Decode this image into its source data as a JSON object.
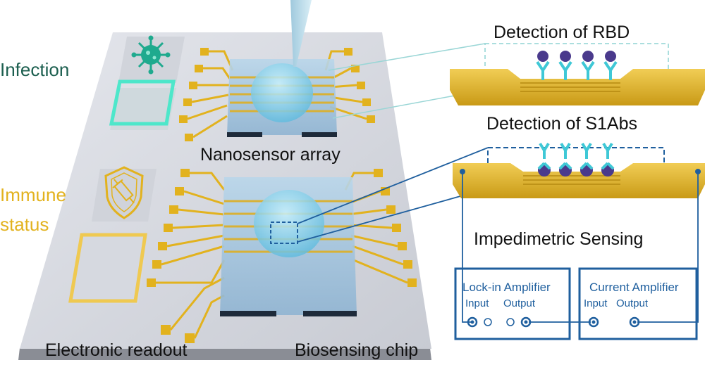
{
  "labels": {
    "infection": "Infection",
    "immune_line1": "Immune",
    "immune_line2": "status",
    "nanosensor_array": "Nanosensor array",
    "electronic_readout": "Electronic readout",
    "biosensing_chip": "Biosensing chip",
    "detection_rbd": "Detection of RBD",
    "detection_s1abs": "Detection of S1Abs",
    "impedimetric_sensing": "Impedimetric Sensing"
  },
  "lockin_amplifier": {
    "title": "Lock-in Amplifier",
    "input": "Input",
    "output": "Output"
  },
  "current_amplifier": {
    "title": "Current Amplifier",
    "input": "Input",
    "output": "Output"
  },
  "colors": {
    "infection_text": "#1c5f4f",
    "immune_text": "#e2b21e",
    "gold": "#e2b21e",
    "circuit_blue": "#1f5f9e",
    "teal_glow": "#3ee8c8",
    "droplet": "#7fd0ec"
  },
  "icons": [
    "virus-icon",
    "shield-syringe-icon"
  ]
}
